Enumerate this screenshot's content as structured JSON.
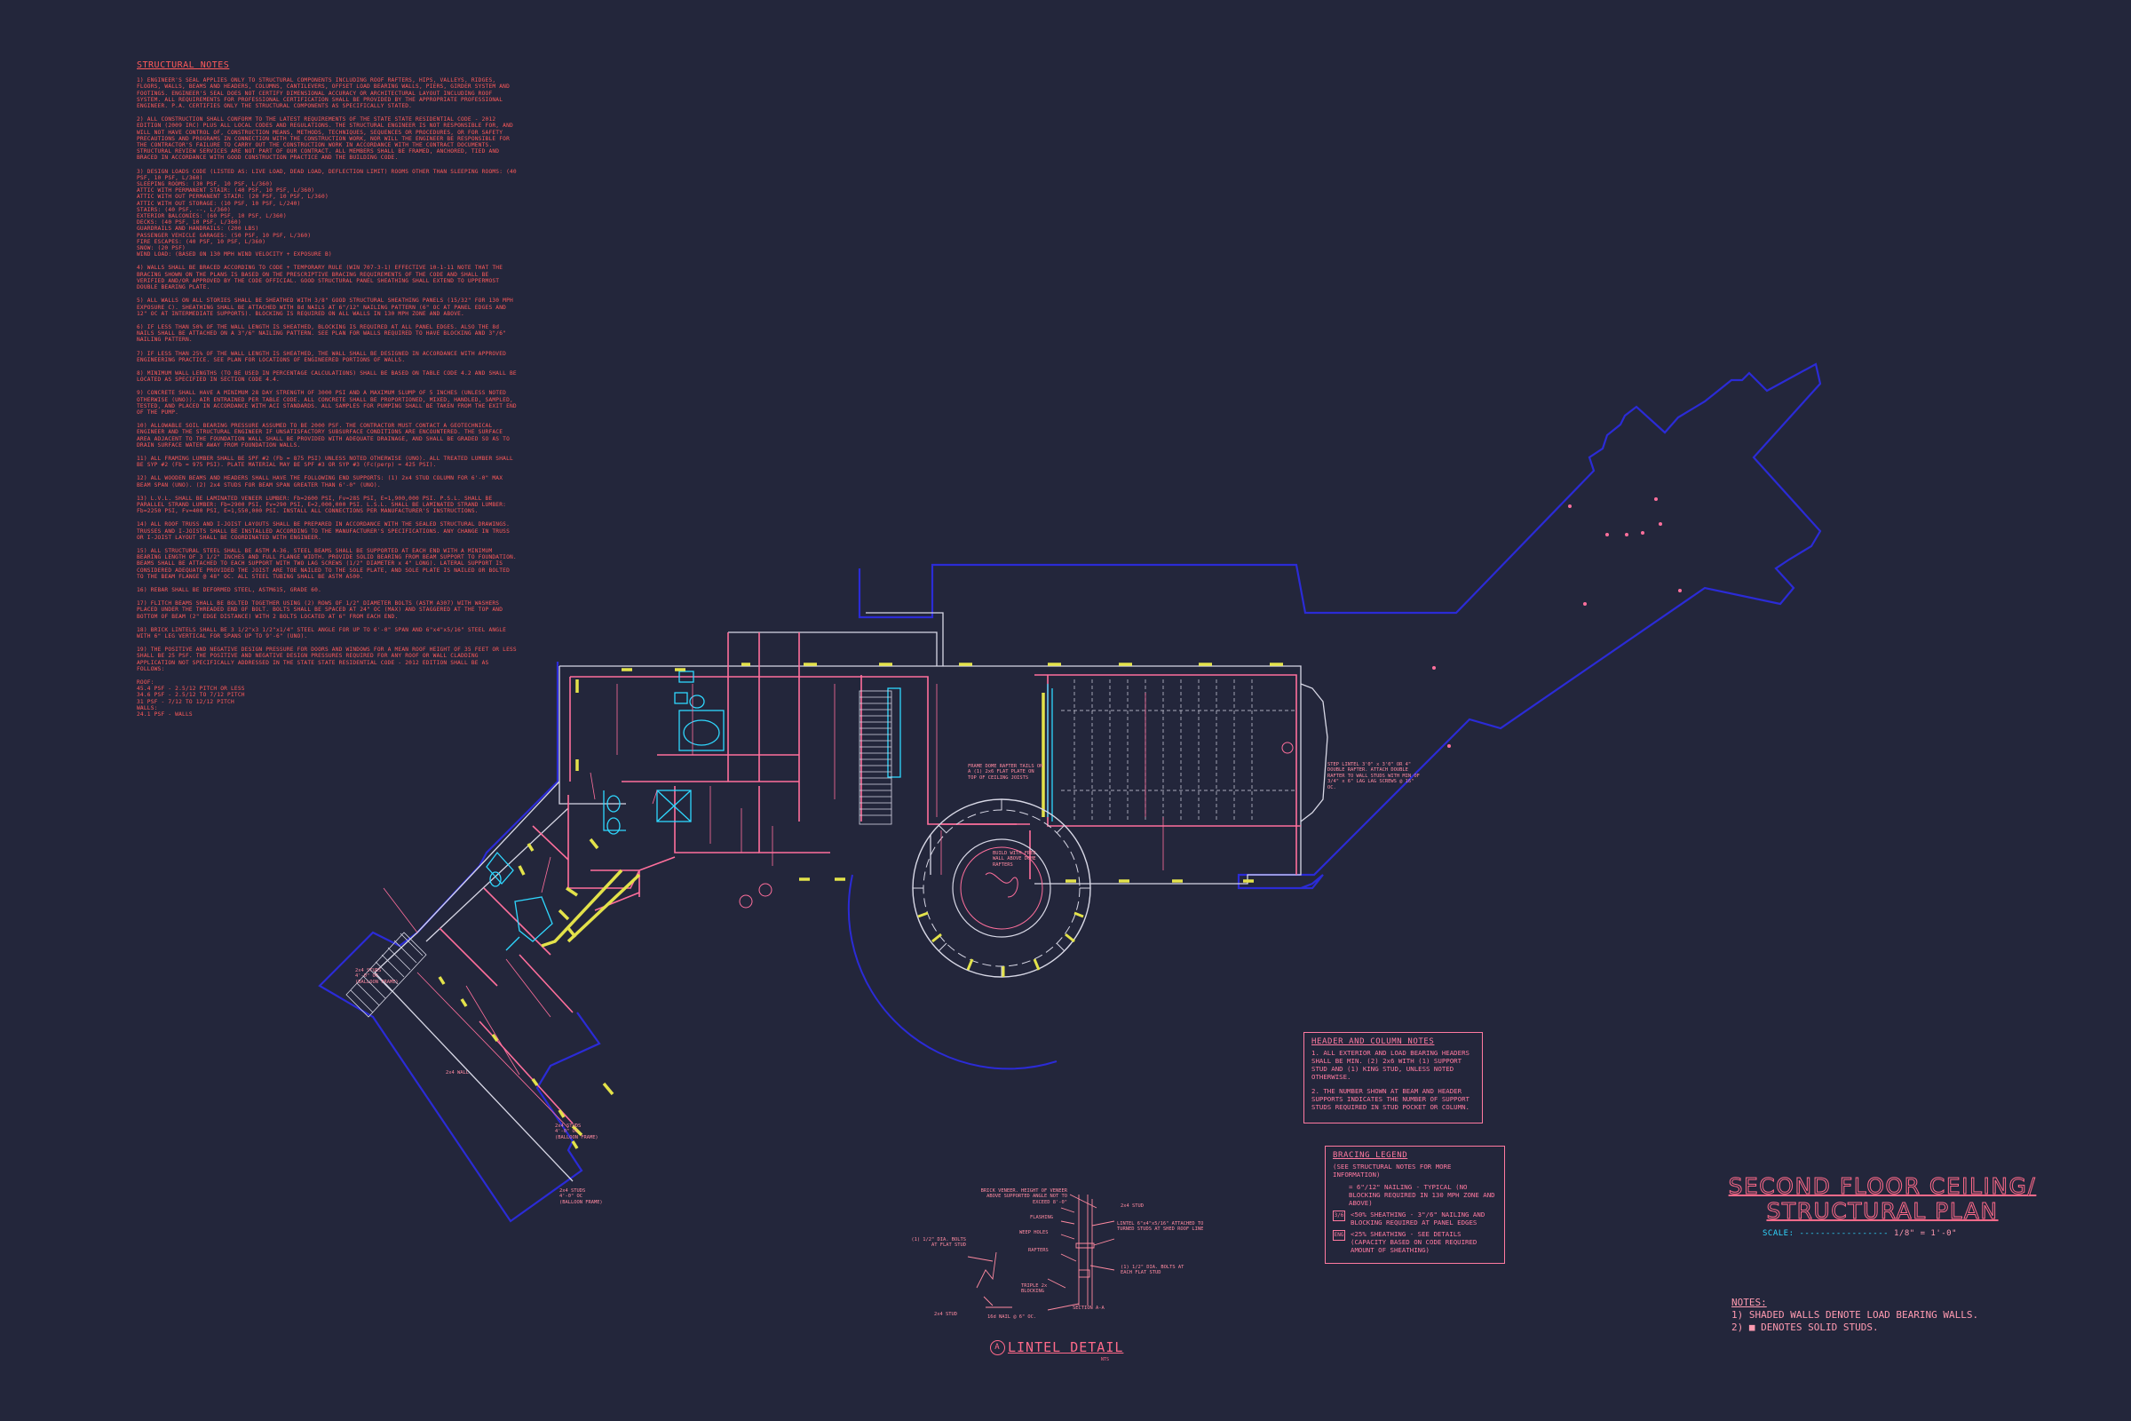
{
  "structural_notes": {
    "heading": "STRUCTURAL NOTES",
    "paragraphs": [
      "1) ENGINEER'S SEAL APPLIES ONLY TO STRUCTURAL COMPONENTS INCLUDING ROOF RAFTERS, HIPS, VALLEYS, RIDGES, FLOORS, WALLS, BEAMS AND HEADERS, COLUMNS, CANTILEVERS, OFFSET LOAD BEARING WALLS, PIERS, GIRDER SYSTEM AND FOOTINGS. ENGINEER'S SEAL DOES NOT CERTIFY DIMENSIONAL ACCURACY OR ARCHITECTURAL LAYOUT INCLUDING ROOF SYSTEM. ALL REQUIREMENTS FOR PROFESSIONAL CERTIFICATION SHALL BE PROVIDED BY THE APPROPRIATE PROFESSIONAL ENGINEER. P.A. CERTIFIES ONLY THE STRUCTURAL COMPONENTS AS SPECIFICALLY STATED.",
      "2) ALL CONSTRUCTION SHALL CONFORM TO THE LATEST REQUIREMENTS OF THE STATE STATE RESIDENTIAL CODE - 2012 EDITION (2009 IRC) PLUS ALL LOCAL CODES AND REGULATIONS. THE STRUCTURAL ENGINEER IS NOT RESPONSIBLE FOR, AND WILL NOT HAVE CONTROL OF, CONSTRUCTION MEANS, METHODS, TECHNIQUES, SEQUENCES OR PROCEDURES, OR FOR SAFETY PRECAUTIONS AND PROGRAMS IN CONNECTION WITH THE CONSTRUCTION WORK, NOR WILL THE ENGINEER BE RESPONSIBLE FOR THE CONTRACTOR'S FAILURE TO CARRY OUT THE CONSTRUCTION WORK IN ACCORDANCE WITH THE CONTRACT DOCUMENTS. STRUCTURAL REVIEW SERVICES ARE NOT PART OF OUR CONTRACT. ALL MEMBERS SHALL BE FRAMED, ANCHORED, TIED AND BRACED IN ACCORDANCE WITH GOOD CONSTRUCTION PRACTICE AND THE BUILDING CODE.",
      "3) DESIGN LOADS CODE (LISTED AS: LIVE LOAD, DEAD LOAD, DEFLECTION LIMIT) ROOMS OTHER THAN SLEEPING ROOMS: (40 PSF, 10 PSF, L/360)\nSLEEPING ROOMS: (30 PSF, 10 PSF, L/360)\nATTIC WITH PERMANENT STAIR: (40 PSF, 10 PSF, L/360)\nATTIC WITH OUT PERMANENT STAIR: (20 PSF, 10 PSF, L/360)\nATTIC WITH OUT STORAGE: (10 PSF, 10 PSF, L/240)\nSTAIRS: (40 PSF, --, L/360)\nEXTERIOR BALCONIES: (60 PSF, 10 PSF, L/360)\nDECKS: (40 PSF, 10 PSF, L/360)\nGUARDRAILS AND HANDRAILS: (200 LBS)\nPASSENGER VEHICLE GARAGES: (50 PSF, 10 PSF, L/360)\nFIRE ESCAPES: (40 PSF, 10 PSF, L/360)\nSNOW: (20 PSF)\nWIND LOAD: (BASED ON 130 MPH WIND VELOCITY + EXPOSURE B)",
      "4) WALLS SHALL BE BRACED ACCORDING TO CODE + TEMPORARY RULE (WIN 707-3-1) EFFECTIVE 10-1-11 NOTE THAT THE BRACING SHOWN ON THE PLANS IS BASED ON THE PRESCRIPTIVE BRACING REQUIREMENTS OF THE CODE AND SHALL BE VERIFIED AND/OR APPROVED BY THE CODE OFFICIAL. GOOD STRUCTURAL PANEL SHEATHING SHALL EXTEND TO UPPERMOST DOUBLE BEARING PLATE.",
      "5) ALL WALLS ON ALL STORIES SHALL BE SHEATHED WITH 3/8\" GOOD STRUCTURAL SHEATHING PANELS (15/32\" FOR 130 MPH EXPOSURE C). SHEATHING SHALL BE ATTACHED WITH 8d NAILS AT 6\"/12\" NAILING PATTERN (6\" OC AT PANEL EDGES AND 12\" OC AT INTERMEDIATE SUPPORTS). BLOCKING IS REQUIRED ON ALL WALLS IN 130 MPH ZONE AND ABOVE.",
      "6) IF LESS THAN 50% OF THE WALL LENGTH IS SHEATHED, BLOCKING IS REQUIRED AT ALL PANEL EDGES. ALSO THE 8d NAILS SHALL BE ATTACHED ON A 3\"/6\" NAILING PATTERN. SEE PLAN FOR WALLS REQUIRED TO HAVE BLOCKING AND 3\"/6\" NAILING PATTERN.",
      "7) IF LESS THAN 25% OF THE WALL LENGTH IS SHEATHED, THE WALL SHALL BE DESIGNED IN ACCORDANCE WITH APPROVED ENGINEERING PRACTICE. SEE PLAN FOR LOCATIONS OF ENGINEERED PORTIONS OF WALLS.",
      "8) MINIMUM WALL LENGTHS (TO BE USED IN PERCENTAGE CALCULATIONS) SHALL BE BASED ON TABLE CODE 4.2 AND SHALL BE LOCATED AS SPECIFIED IN SECTION CODE 4.4.",
      "9) CONCRETE SHALL HAVE A MINIMUM 28 DAY STRENGTH OF 3000 PSI AND A MAXIMUM SLUMP OF 5 INCHES (UNLESS NOTED OTHERWISE (UNO)). AIR ENTRAINED PER TABLE CODE. ALL CONCRETE SHALL BE PROPORTIONED, MIXED, HANDLED, SAMPLED, TESTED, AND PLACED IN ACCORDANCE WITH ACI STANDARDS. ALL SAMPLES FOR PUMPING SHALL BE TAKEN FROM THE EXIT END OF THE PUMP.",
      "10) ALLOWABLE SOIL BEARING PRESSURE ASSUMED TO BE 2000 PSF. THE CONTRACTOR MUST CONTACT A GEOTECHNICAL ENGINEER AND THE STRUCTURAL ENGINEER IF UNSATISFACTORY SUBSURFACE CONDITIONS ARE ENCOUNTERED. THE SURFACE AREA ADJACENT TO THE FOUNDATION WALL SHALL BE PROVIDED WITH ADEQUATE DRAINAGE, AND SHALL BE GRADED SO AS TO DRAIN SURFACE WATER AWAY FROM FOUNDATION WALLS.",
      "11) ALL FRAMING LUMBER SHALL BE SPF #2 (Fb = 875 PSI) UNLESS NOTED OTHERWISE (UNO). ALL TREATED LUMBER SHALL BE SYP #2 (Fb = 975 PSI). PLATE MATERIAL MAY BE SPF #3 OR SYP #3 (Fc(perp) = 425 PSI).",
      "12) ALL WOODEN BEAMS AND HEADERS SHALL HAVE THE FOLLOWING END SUPPORTS: (1) 2x4 STUD COLUMN FOR 6'-0\" MAX BEAM SPAN (UNO). (2) 2x4 STUDS FOR BEAM SPAN GREATER THAN 6'-0\" (UNO).",
      "13) L.V.L. SHALL BE LAMINATED VENEER LUMBER: Fb=2600 PSI, Fv=285 PSI, E=1,900,000 PSI. P.S.L. SHALL BE PARALLEL STRAND LUMBER: Fb=2900 PSI, Fv=290 PSI, E=2,000,000 PSI. L.S.L. SHALL BE LAMINATED STRAND LUMBER: Fb=2250 PSI, Fv=400 PSI, E=1,550,000 PSI. INSTALL ALL CONNECTIONS PER MANUFACTURER'S INSTRUCTIONS.",
      "14) ALL ROOF TRUSS AND I-JOIST LAYOUTS SHALL BE PREPARED IN ACCORDANCE WITH THE SEALED STRUCTURAL DRAWINGS. TRUSSES AND I-JOISTS SHALL BE INSTALLED ACCORDING TO THE MANUFACTURER'S SPECIFICATIONS. ANY CHANGE IN TRUSS OR I-JOIST LAYOUT SHALL BE COORDINATED WITH ENGINEER.",
      "15) ALL STRUCTURAL STEEL SHALL BE ASTM A-36. STEEL BEAMS SHALL BE SUPPORTED AT EACH END WITH A MINIMUM BEARING LENGTH OF 3 1/2\" INCHES AND FULL FLANGE WIDTH. PROVIDE SOLID BEARING FROM BEAM SUPPORT TO FOUNDATION. BEAMS SHALL BE ATTACHED TO EACH SUPPORT WITH TWO LAG SCREWS (1/2\" DIAMETER x 4\" LONG). LATERAL SUPPORT IS CONSIDERED ADEQUATE PROVIDED THE JOIST ARE TOE NAILED TO THE SOLE PLATE, AND SOLE PLATE IS NAILED OR BOLTED TO THE BEAM FLANGE @ 48\" OC. ALL STEEL TUBING SHALL BE ASTM A500.",
      "16) REBAR SHALL BE DEFORMED STEEL, ASTM615, GRADE 60.",
      "17) FLITCH BEAMS SHALL BE BOLTED TOGETHER USING (2) ROWS OF 1/2\" DIAMETER BOLTS (ASTM A307) WITH WASHERS PLACED UNDER THE THREADED END OF BOLT. BOLTS SHALL BE SPACED AT 24\" OC (MAX) AND STAGGERED AT THE TOP AND BOTTOM OF BEAM (2\" EDGE DISTANCE) WITH 2 BOLTS LOCATED AT 6\" FROM EACH END.",
      "18) BRICK LINTELS SHALL BE 3 1/2\"x3 1/2\"x1/4\" STEEL ANGLE FOR UP TO 6'-0\" SPAN AND 6\"x4\"x5/16\" STEEL ANGLE WITH 6\" LEG VERTICAL FOR SPANS UP TO 9'-6\" (UNO).",
      "19) THE POSITIVE AND NEGATIVE DESIGN PRESSURE FOR DOORS AND WINDOWS FOR A MEAN ROOF HEIGHT OF 35 FEET OR LESS SHALL BE 25 PSF. THE POSITIVE AND NEGATIVE DESIGN PRESSURES REQUIRED FOR ANY ROOF OR WALL CLADDING APPLICATION NOT SPECIFICALLY ADDRESSED IN THE STATE STATE RESIDENTIAL CODE - 2012 EDITION SHALL BE AS FOLLOWS:",
      "ROOF:\n   45.4 PSF - 2.5/12 PITCH OR LESS\n   34.6 PSF - 2.5/12 TO 7/12 PITCH\n   31 PSF - 7/12 TO 12/12 PITCH\nWALLS:\n   24.1 PSF - WALLS"
    ]
  },
  "header_notes": {
    "title": "HEADER AND COLUMN NOTES",
    "items": [
      "1. ALL EXTERIOR AND LOAD BEARING HEADERS SHALL BE MIN. (2) 2x6 WITH (1) SUPPORT STUD AND (1) KING STUD, UNLESS NOTED OTHERWISE.",
      "2. THE NUMBER SHOWN AT BEAM AND HEADER SUPPORTS INDICATES THE NUMBER OF SUPPORT STUDS REQUIRED IN STUD POCKET OR COLUMN."
    ]
  },
  "bracing_legend": {
    "title": "BRACING LEGEND",
    "subtitle": "(SEE STRUCTURAL NOTES FOR MORE INFORMATION)",
    "items": [
      {
        "symbol": "",
        "text": "= 6\"/12\" NAILING - TYPICAL (NO BLOCKING REQUIRED IN 130 MPH ZONE AND ABOVE)"
      },
      {
        "symbol": "3/6",
        "text": "<50% SHEATHING - 3\"/6\" NAILING AND BLOCKING REQUIRED AT PANEL EDGES"
      },
      {
        "symbol": "ENG",
        "text": "<25% SHEATHING - SEE DETAILS (CAPACITY BASED ON CODE REQUIRED AMOUNT OF SHEATHING)"
      }
    ]
  },
  "plan_title": {
    "line1": "SECOND FLOOR CEILING/",
    "line2": "STRUCTURAL PLAN",
    "scale_label": "SCALE:",
    "scale_value": "1/8\" = 1'-0\""
  },
  "bottom_notes": {
    "heading": "NOTES:",
    "items": [
      "1) SHADED WALLS DENOTE LOAD BEARING WALLS.",
      "2) ■ DENOTES SOLID STUDS."
    ]
  },
  "lintel_detail": {
    "marker": "A",
    "title": "LINTEL DETAIL",
    "scale": "NTS",
    "callouts": [
      "BRICK VENEER. HEIGHT OF VENEER ABOVE SUPPORTED ANGLE NOT TO EXCEED 8'-0\"",
      "FLASHING",
      "WEEP HOLES",
      "RAFTERS",
      "(1) 1/2\" DIA. BOLTS AT FLAT STUD",
      "LINTEL 6\"x4\"x5/16\" ATTACHED TO TURNED STUDS AT SHED ROOF LINE",
      "2x4 STUD",
      "TRIPLE 2x BLOCKING",
      "(1) 1/2\" DIA. BOLTS AT EACH FLAT STUD",
      "2x4 STUD",
      "16d NAIL @ 6\" OC.",
      "SECTION A-A"
    ]
  },
  "plan_labels": [
    "2x4 STUDS\n4'-0\" OC\n(BALLOON FRAME)",
    "2x4 STUDS\n4'-0\" OC\n(BALLOON FRAME)",
    "2x4 STUDS\n4'-0\" OC\n(BALLOON FRAME)",
    "2x4 WALL",
    "STEP LINTEL 3'0\" x 3'0\" OR 4\" DOUBLE RAFTER. ATTACH DOUBLE RAFTER TO WALL STUDS WITH MIN OF 3/4\" x 6\" LAG LAG SCREWS @ 16\" OC.",
    "FRAME DOME RAFTER TAILS ON A (1) 2x6 FLAT PLATE ON TOP OF CEILING JOISTS",
    "BUILD WITH FREE WALL ABOVE DOME RAFTERS"
  ],
  "colors": {
    "background": "#23263b",
    "text_red": "#ff5a5a",
    "pink": "#ff7aa0",
    "blue_outline": "#2b2bd6",
    "cyan": "#2fd8ff",
    "yellow": "#e3e24a",
    "white_lines": "#d8d8e6"
  },
  "icons": [
    "section-marker-icon"
  ]
}
